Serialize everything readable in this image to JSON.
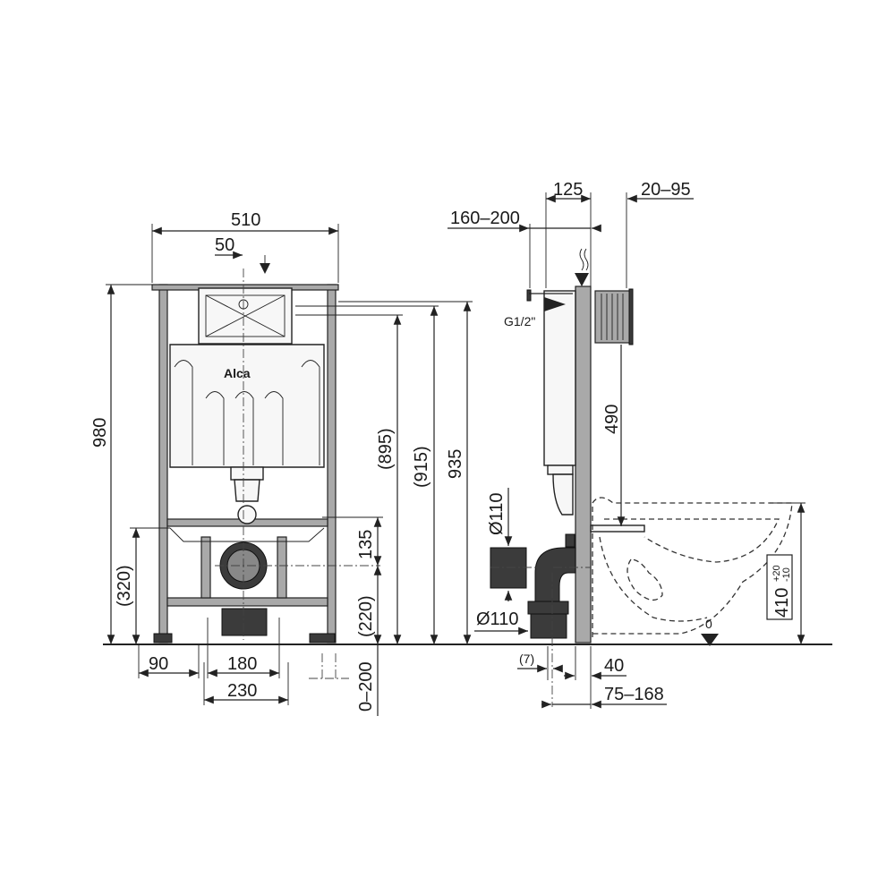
{
  "logo": "Alca",
  "front_view": {
    "dims": {
      "width": "510",
      "offset": "50",
      "height": "980",
      "h895": "(895)",
      "h915": "(915)",
      "h935": "935",
      "h135": "135",
      "h320": "(320)",
      "h220": "(220)",
      "w90": "90",
      "w180": "180",
      "w230": "230",
      "leg": "0–200"
    }
  },
  "side_view": {
    "dims": {
      "d125": "125",
      "d20_95": "20–95",
      "d160_200": "160–200",
      "thread": "G1/2\"",
      "d490": "490",
      "dia_top": "Ø110",
      "dia_bottom": "Ø110",
      "d7": "(7)",
      "d40": "40",
      "d75_168": "75–168",
      "floor": "0",
      "bowl_height": "410",
      "tol_plus": "+20",
      "tol_minus": "-10"
    }
  }
}
